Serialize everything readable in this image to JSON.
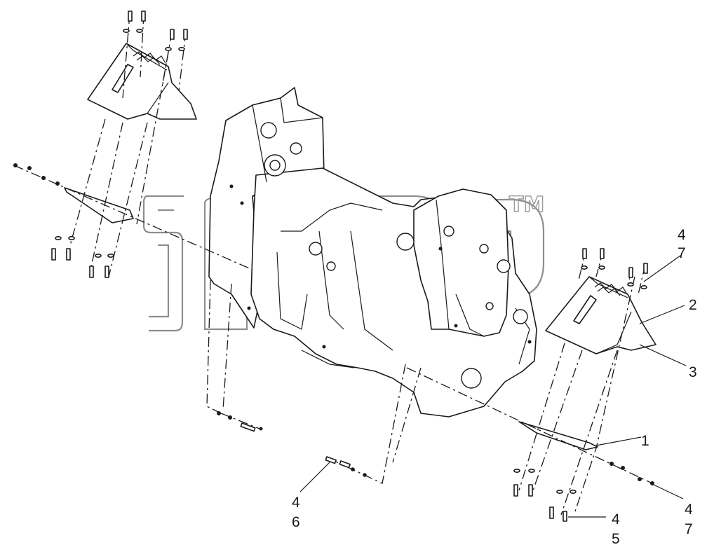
{
  "callouts": {
    "c1": "1",
    "c2": "2",
    "c3": "3",
    "c4_tr_a": "4",
    "c4_tr_b": "7",
    "c4_bl_a": "4",
    "c4_bl_b": "6",
    "c4_bm_a": "4",
    "c4_bm_b": "5",
    "c4_br_a": "4",
    "c4_br_b": "7"
  },
  "watermark": {
    "tm": "TM"
  }
}
